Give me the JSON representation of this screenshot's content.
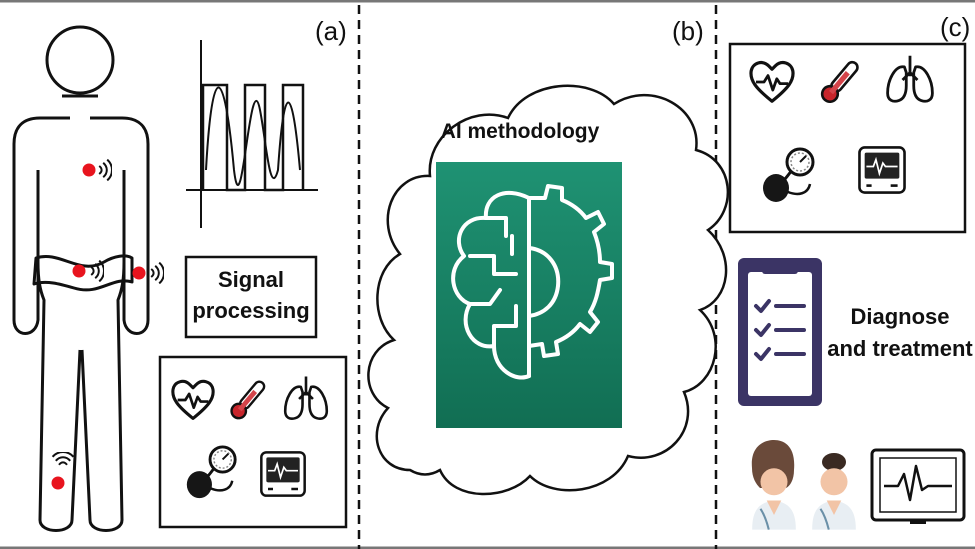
{
  "panels": {
    "a": {
      "label": "(a)",
      "box_label_line1": "Signal",
      "box_label_line2": "processing"
    },
    "b": {
      "label": "(b)",
      "title": "AI methodology"
    },
    "c": {
      "label": "(c)",
      "box_label_line1": "Diagnose",
      "box_label_line2": "and treatment"
    }
  },
  "colors": {
    "sensor_red": "#e8141e",
    "ai_green": "#1c8a6c",
    "ai_green_dark": "#0f6e53",
    "clipboard_purple": "#3b3465",
    "thermo_red": "#c8252b",
    "outline": "#111111"
  },
  "icons": [
    "person-outline-icon",
    "square-wave-icon",
    "heart-rate-icon",
    "thermometer-icon",
    "lungs-icon",
    "blood-pressure-icon",
    "monitor-ecg-icon",
    "brain-gear-icon",
    "clipboard-checklist-icon",
    "female-doctor-icon",
    "male-doctor-icon"
  ]
}
